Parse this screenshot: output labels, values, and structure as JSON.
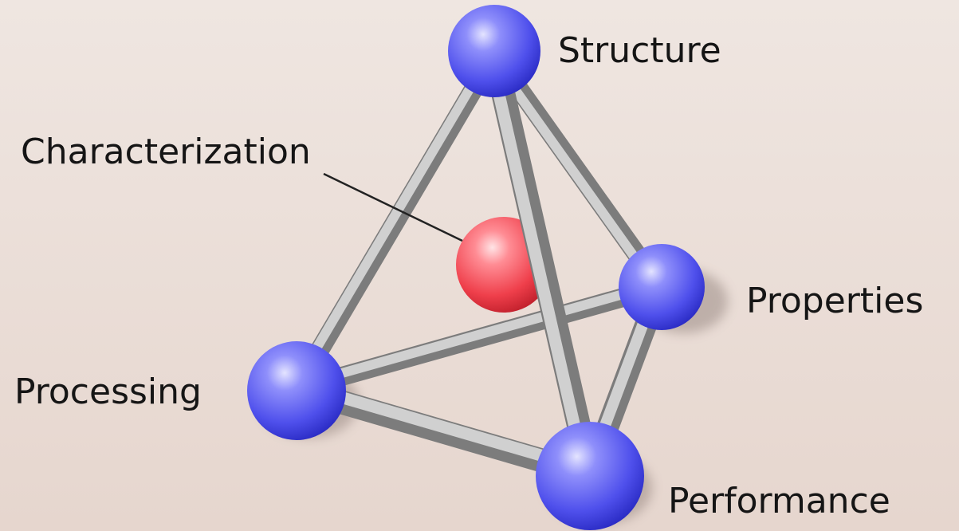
{
  "labels": {
    "structure": "Structure",
    "characterization": "Characterization",
    "properties": "Properties",
    "processing": "Processing",
    "performance": "Performance"
  },
  "colors": {
    "vertex_sphere": "#5b5cf0",
    "center_sphere": "#f04a55",
    "rod": "#a9a9a9",
    "leader_line": "#222222",
    "text": "#151515"
  }
}
